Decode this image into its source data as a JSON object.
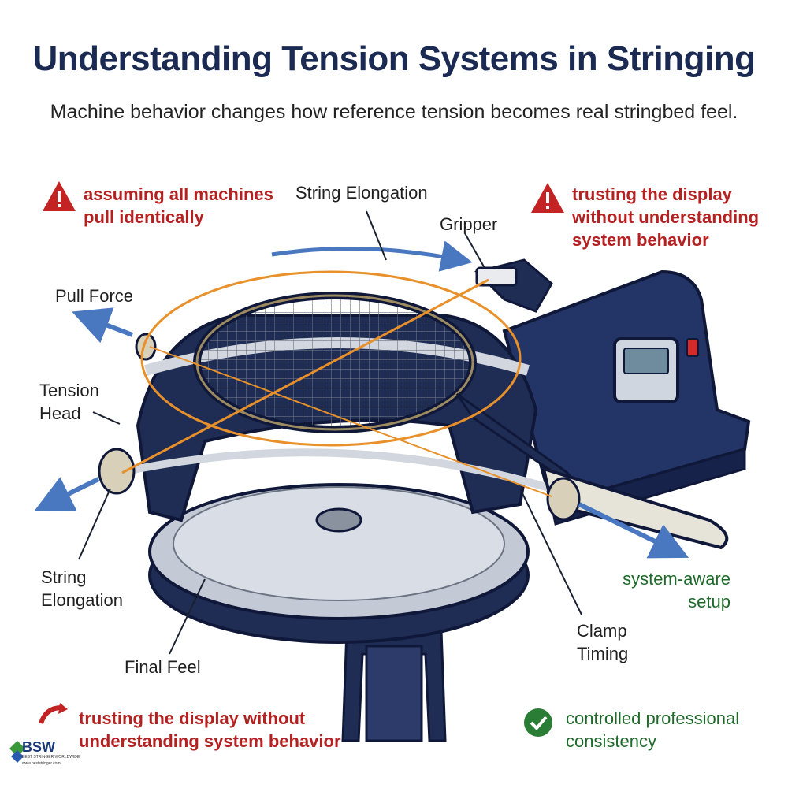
{
  "header": {
    "title": "Understanding Tension Systems in Stringing",
    "subtitle": "Machine behavior changes how reference tension becomes real stringbed feel."
  },
  "warnings": {
    "top_left": [
      "assuming all machines",
      "pull identically"
    ],
    "top_right": [
      "trusting the display",
      "without understanding",
      "system behavior"
    ],
    "bottom_left": [
      "trusting the display without",
      "understanding system behavior"
    ]
  },
  "labels": {
    "string_elongation_top": "String Elongation",
    "gripper": "Gripper",
    "pull_force": "Pull Force",
    "tension_head": [
      "Tension",
      "Head"
    ],
    "string_elongation_left": [
      "String",
      "Elongation"
    ],
    "final_feel": "Final Feel",
    "clamp_timing": [
      "Clamp",
      "Timing"
    ],
    "system_aware": [
      "system-aware",
      "setup"
    ]
  },
  "positive": {
    "controlled": [
      "controlled professional",
      "consistency"
    ]
  },
  "logo": {
    "name": "BSW",
    "tagline": "BEST STRINGER WORLDWIDE",
    "url": "www.beststringer.com"
  },
  "icons": {
    "warning": "warning-triangle-icon",
    "check": "check-circle-icon",
    "curved_arrow": "curved-arrow-icon"
  },
  "colors": {
    "title": "#1b2a52",
    "warning": "#b52020",
    "positive": "#1e6a2a",
    "machine_navy": "#1f2d55",
    "string_orange": "#e8902a",
    "arrow_blue": "#4a78c0"
  }
}
